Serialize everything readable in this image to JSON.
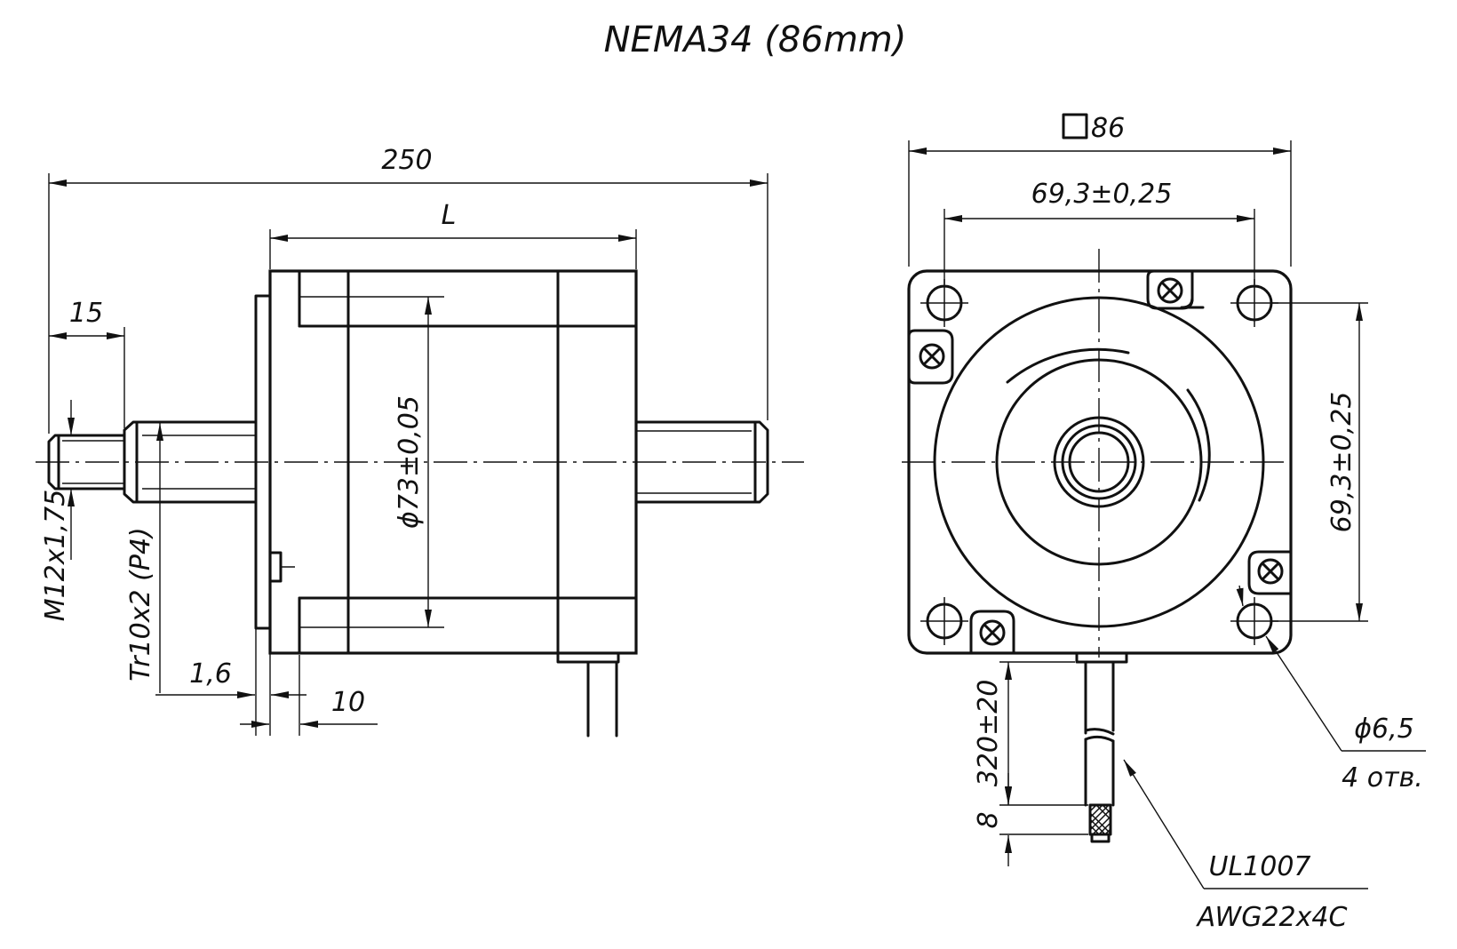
{
  "title": "NEMA34 (86mm)",
  "side_view": {
    "overall_length": "250",
    "body_length": "L",
    "front_shaft_step": "15",
    "pilot_diameter": "ϕ73±0,05",
    "thread_front": "M12x1,75",
    "thread_shaft": "Tr10x2 (P4)",
    "flange_thickness": "1,6",
    "pilot_depth": "10"
  },
  "front_view": {
    "square_symbol": "□",
    "flange_size": "86",
    "hole_spacing_horizontal": "69,3±0,25",
    "hole_spacing_vertical": "69,3±0,25",
    "hole_diameter": "ϕ6,5",
    "hole_count": "4 отв.",
    "lead_length": "320±20",
    "lead_strip": "8",
    "wire_type": "UL1007",
    "wire_gauge": "AWG22x4C"
  }
}
